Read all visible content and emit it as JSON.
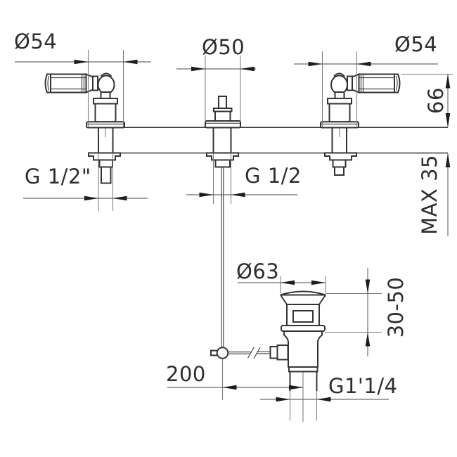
{
  "drawing": {
    "type": "technical-dimension-drawing",
    "subject": "3-hole basin faucet with lever handles and pop-up waste drain",
    "background": "#ffffff",
    "line_color": "#343434",
    "dim_color": "#6a6a6a",
    "labels": {
      "left_handle_diameter": "Ø54",
      "spout_diameter": "Ø50",
      "right_handle_diameter": "Ø54",
      "body_height": "66",
      "max_deck_thickness": "MAX 35",
      "left_inlet_thread": "G 1/2\"",
      "center_inlet_thread": "G 1/2",
      "waste_flange_diameter": "Ø63",
      "waste_clamp_range": "30-50",
      "rod_to_waste_offset": "200",
      "waste_outlet_thread": "G1'1/4"
    }
  }
}
